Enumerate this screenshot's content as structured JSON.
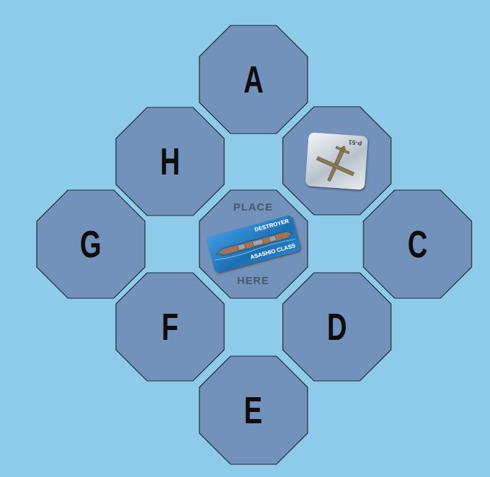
{
  "diagram": {
    "nodes": [
      {
        "text": [
          "A"
        ]
      },
      {
        "text": [
          "H"
        ]
      },
      {
        "text": [
          "P-51"
        ]
      },
      {
        "text": [
          "G"
        ]
      },
      {
        "text": [
          "PLACE",
          "HERE"
        ]
      },
      {
        "text": [
          "DESTROYER",
          "ASASHIO CLASS"
        ],
        "in": 4
      },
      {
        "text": [
          "C"
        ]
      },
      {
        "text": [
          "F"
        ]
      },
      {
        "text": [
          "D"
        ]
      },
      {
        "text": [
          "E"
        ]
      }
    ]
  }
}
